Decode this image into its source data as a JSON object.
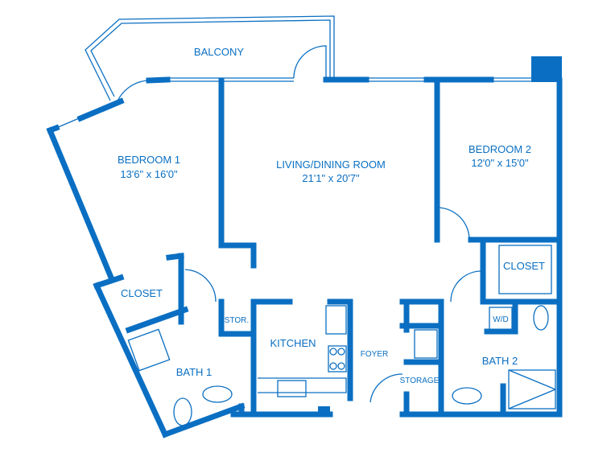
{
  "floorplan": {
    "accent_color": "#0a6fc2",
    "rooms": {
      "balcony": {
        "name": "BALCONY"
      },
      "bedroom1": {
        "name": "BEDROOM 1",
        "size": "13'6\" x 16'0\""
      },
      "living": {
        "name": "LIVING/DINING ROOM",
        "size": "21'1\" x 20'7\""
      },
      "bedroom2": {
        "name": "BEDROOM 2",
        "size": "12'0\" x 15'0\""
      },
      "closet1": {
        "name": "CLOSET"
      },
      "closet2": {
        "name": "CLOSET"
      },
      "bath1": {
        "name": "BATH 1"
      },
      "bath2": {
        "name": "BATH 2"
      },
      "stor": {
        "name": "STOR."
      },
      "kitchen": {
        "name": "KITCHEN"
      },
      "foyer": {
        "name": "FOYER"
      },
      "storage": {
        "name": "STORAGE"
      },
      "wd": {
        "name": "W/D"
      }
    }
  }
}
